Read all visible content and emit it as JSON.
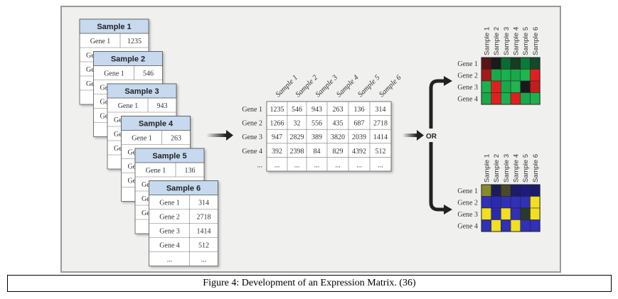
{
  "caption": "Figure 4: Development of an Expression Matrix. (36)",
  "sample_cards": [
    {
      "title": "Sample 1",
      "rows": [
        {
          "gene": "Gene 1",
          "value": "1235"
        }
      ]
    },
    {
      "title": "Sample 2",
      "rows": [
        {
          "gene": "Gene 1",
          "value": "546"
        }
      ]
    },
    {
      "title": "Sample 3",
      "rows": [
        {
          "gene": "Gene 1",
          "value": "943"
        }
      ]
    },
    {
      "title": "Sample 4",
      "rows": [
        {
          "gene": "Gene 1",
          "value": "263"
        }
      ]
    },
    {
      "title": "Sample 5",
      "rows": [
        {
          "gene": "Gene 1",
          "value": "136"
        }
      ]
    },
    {
      "title": "Sample 6",
      "rows": [
        {
          "gene": "Gene 1",
          "value": "314"
        },
        {
          "gene": "Gene 2",
          "value": "2718"
        },
        {
          "gene": "Gene 3",
          "value": "1414"
        },
        {
          "gene": "Gene 4",
          "value": "512"
        },
        {
          "gene": "...",
          "value": "..."
        }
      ]
    }
  ],
  "partial_gene_label": "Ge",
  "matrix": {
    "columns": [
      "Sample 1",
      "Sample 2",
      "Sample 3",
      "Sample 4",
      "Sample 5",
      "Sample 6"
    ],
    "rows": [
      {
        "gene": "Gene 1",
        "values": [
          "1235",
          "546",
          "943",
          "263",
          "136",
          "314"
        ]
      },
      {
        "gene": "Gene 2",
        "values": [
          "1266",
          "32",
          "556",
          "435",
          "687",
          "2718"
        ]
      },
      {
        "gene": "Gene 3",
        "values": [
          "947",
          "2829",
          "389",
          "3820",
          "2039",
          "1414"
        ]
      },
      {
        "gene": "Gene 4",
        "values": [
          "392",
          "2398",
          "84",
          "829",
          "4392",
          "512"
        ]
      },
      {
        "gene": "...",
        "values": [
          "...",
          "...",
          "...",
          "...",
          "...",
          "..."
        ]
      }
    ]
  },
  "or_label": "OR",
  "heatmaps": [
    {
      "columns": [
        "Sample 1",
        "Sample 2",
        "Sample 3",
        "Sample 4",
        "Sample 5",
        "Sample 6"
      ],
      "rows": [
        "Gene 1",
        "Gene 2",
        "Gene 3",
        "Gene 4"
      ],
      "cells": [
        [
          "#5a1414",
          "#1b1b1b",
          "#0c6b30",
          "#1a3a22",
          "#0b7a36",
          "#134a2a"
        ],
        [
          "#a31a1a",
          "#1aa84a",
          "#1cb04e",
          "#1aa84a",
          "#1eb550",
          "#e02020"
        ],
        [
          "#1cb04e",
          "#e02020",
          "#1aa84a",
          "#22b452",
          "#1a1a1a",
          "#c41d1d"
        ],
        [
          "#1aa84a",
          "#e02020",
          "#1cb04e",
          "#e02020",
          "#1aa84a",
          "#1cb04e"
        ]
      ]
    },
    {
      "columns": [
        "Sample 1",
        "Sample 2",
        "Sample 3",
        "Sample 4",
        "Sample 5",
        "Sample 6"
      ],
      "rows": [
        "Gene 1",
        "Gene 2",
        "Gene 3",
        "Gene 4"
      ],
      "cells": [
        [
          "#8a8a2a",
          "#1c1c5a",
          "#4a4a2a",
          "#1c1c6a",
          "#1c1c7a",
          "#1c1c6a"
        ],
        [
          "#3030b8",
          "#2a2ab0",
          "#3030b8",
          "#3030b8",
          "#3030b8",
          "#f0e020"
        ],
        [
          "#f0e020",
          "#2a2ab0",
          "#f0e020",
          "#3030b8",
          "#2a3a2a",
          "#f0e020"
        ],
        [
          "#3030b8",
          "#f0e020",
          "#3030b8",
          "#f0e020",
          "#3030b8",
          "#3030b8"
        ]
      ]
    }
  ],
  "colors": {
    "panel_bg": "#f0f0ee",
    "panel_border": "#9a9a9a",
    "card_header": "#c6d9ee",
    "arrow": "#333333"
  }
}
